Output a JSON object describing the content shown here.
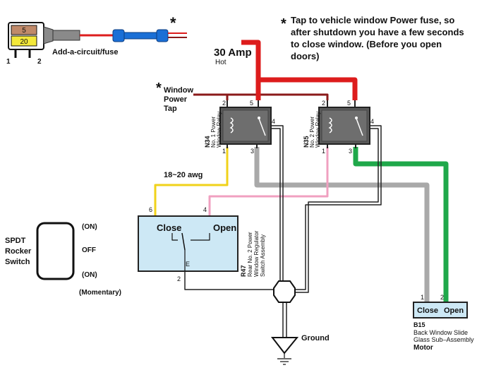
{
  "fuse_tap": {
    "label": "Add-a-circuit/fuse",
    "fuse_top": "5",
    "fuse_bottom": "20",
    "pin1": "1",
    "pin2": "2",
    "asterisk": "*"
  },
  "note": {
    "asterisk": "*",
    "line1": "Tap to vehicle window Power fuse, so",
    "line2": "after shutdown you have a few seconds",
    "line3": "to close window. (Before you open",
    "line4": "doors)"
  },
  "power": {
    "amp": "30 Amp",
    "hot": "Hot"
  },
  "window_tap": {
    "asterisk": "*",
    "line1": "Window",
    "line2": "Power",
    "line3": "Tap"
  },
  "relay1": {
    "code": "N34",
    "name1": "No. 1 Power",
    "name2": "Window Relay",
    "pin1": "1",
    "pin2": "2",
    "pin3": "3",
    "pin4": "4",
    "pin5": "5"
  },
  "relay2": {
    "code": "N35",
    "name1": "No. 2 Power",
    "name2": "Window Relay",
    "pin1": "1",
    "pin2": "2",
    "pin3": "3",
    "pin4": "4",
    "pin5": "5"
  },
  "wire_gauge": "18~20 awg",
  "switch_assembly": {
    "code": "R47",
    "name1": "Rear No. 2 Power",
    "name2": "Window Regulator",
    "name3": "Switch Assembly",
    "close": "Close",
    "open": "Open",
    "pin6": "6",
    "pin4": "4",
    "pin2": "2",
    "pinE": "E"
  },
  "rocker": {
    "line1": "SPDT",
    "line2": "Rocker",
    "line3": "Switch",
    "on_top": "(ON)",
    "off": "OFF",
    "on_bottom": "(ON)",
    "momentary": "(Momentary)"
  },
  "ground_label": "Ground",
  "motor": {
    "close": "Close",
    "open": "Open",
    "pin1": "1",
    "pin2": "2",
    "code": "B15",
    "name1": "Back Window Slide",
    "name2": "Glass Sub–Assembly",
    "name3": "Motor"
  },
  "colors": {
    "red_wire": "#dd1c1c",
    "dark_red_wire": "#8b1a1a",
    "yellow_wire": "#f0d21a",
    "pink_wire": "#f0a0c0",
    "green_wire": "#1fa84a",
    "gray_wire": "#a9a9a9",
    "black_wire": "#222222",
    "relay_fill": "#5a5a5a",
    "switch_fill": "#cde8f5",
    "fuse_top": "#c08a6a",
    "fuse_bottom": "#f3e83a",
    "blue_connector": "#1a6fd6"
  }
}
